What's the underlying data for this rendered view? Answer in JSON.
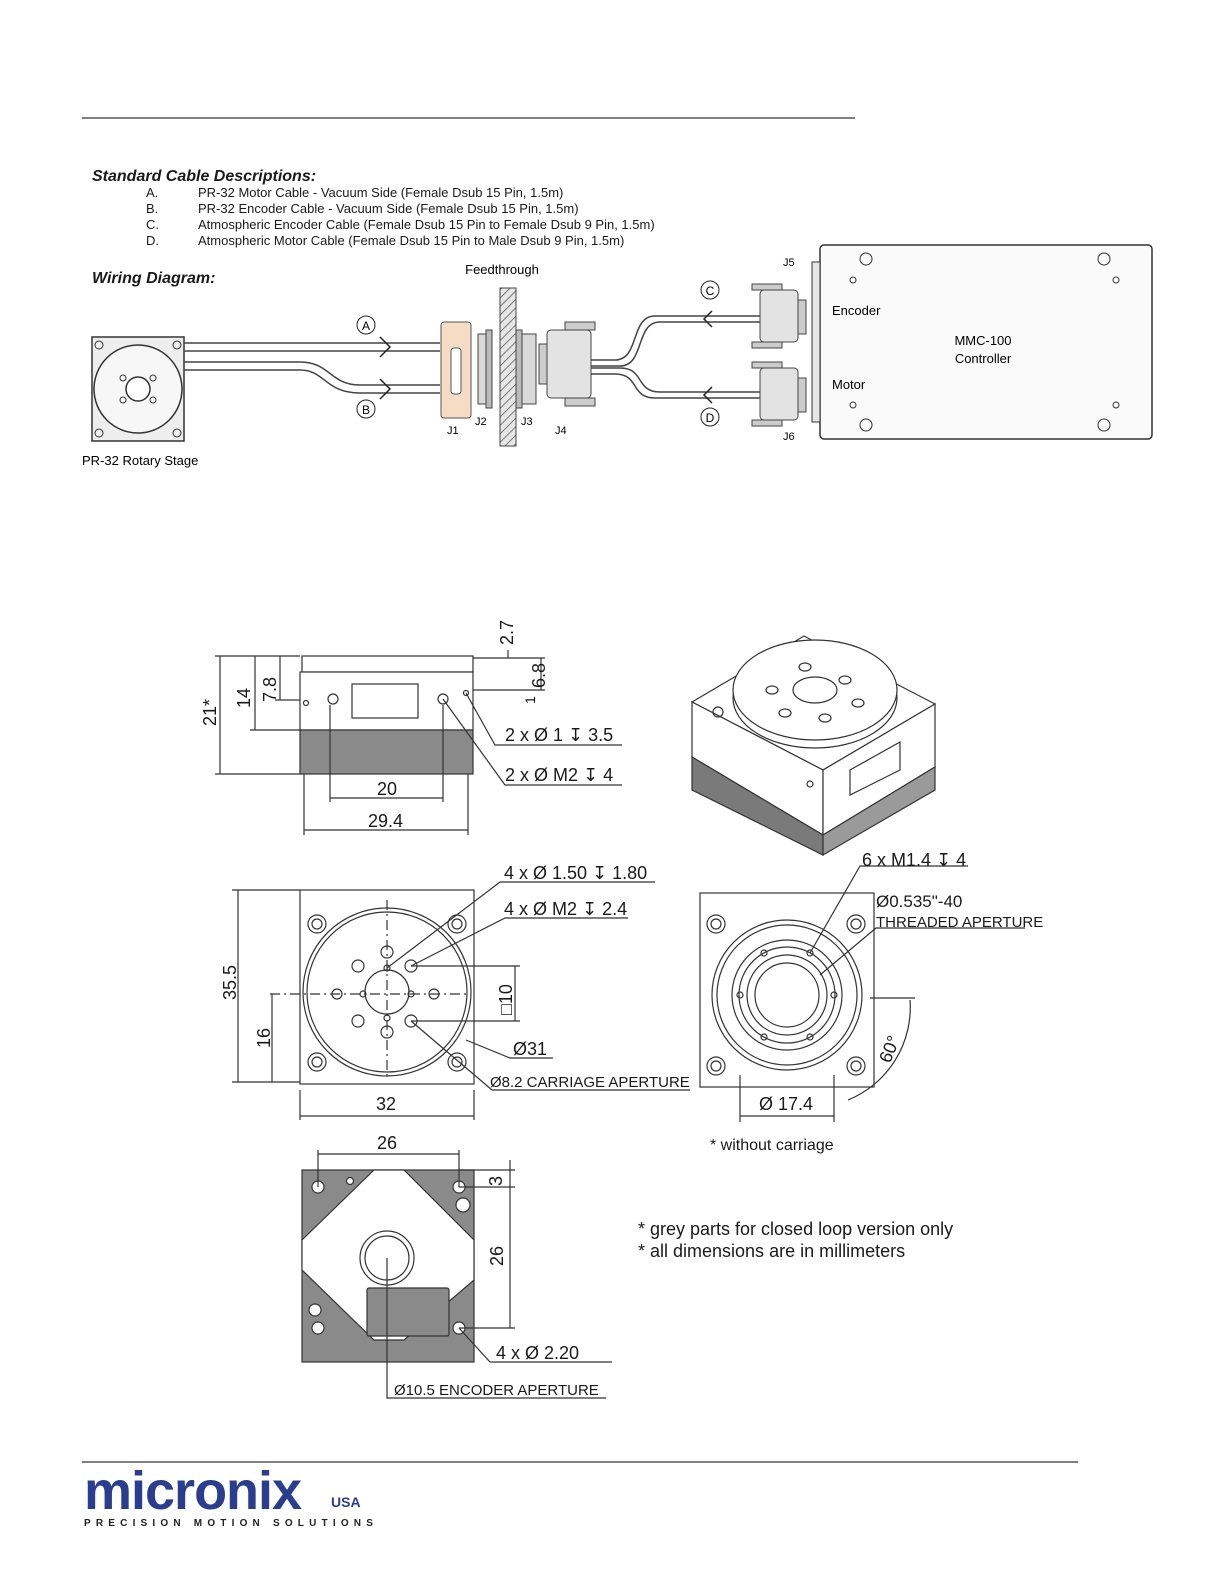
{
  "cable_descriptions": {
    "heading": "Standard Cable Descriptions:",
    "items": [
      {
        "letter": "A.",
        "text": "PR-32 Motor Cable - Vacuum Side (Female Dsub 15 Pin, 1.5m)"
      },
      {
        "letter": "B.",
        "text": "PR-32  Encoder Cable - Vacuum Side (Female Dsub 15 Pin, 1.5m)"
      },
      {
        "letter": "C.",
        "text": "Atmospheric Encoder Cable (Female Dsub 15 Pin to Female Dsub 9 Pin, 1.5m)"
      },
      {
        "letter": "D.",
        "text": "Atmospheric Motor Cable (Female Dsub 15 Pin to Male Dsub 9 Pin, 1.5m)"
      }
    ]
  },
  "wiring": {
    "heading": "Wiring Diagram:",
    "feedthrough": "Feedthrough",
    "stage_label": "PR-32 Rotary Stage",
    "cable_a": "A",
    "cable_b": "B",
    "cable_c": "C",
    "cable_d": "D",
    "j1": "J1",
    "j2": "J2",
    "j3": "J3",
    "j4": "J4",
    "j5": "J5",
    "j6": "J6",
    "encoder": "Encoder",
    "motor": "Motor",
    "controller_line1": "MMC-100",
    "controller_line2": "Controller"
  },
  "drawing": {
    "d_2_7": "2.7",
    "d_7_8": "7.8",
    "d_14": "14",
    "d_21": "21*",
    "d_6_8": "6.8",
    "d_1": "1",
    "hole_a": "2 x Ø 1 ↧ 3.5",
    "hole_b": "2 x Ø M2 ↧ 4",
    "d_20": "20",
    "d_29_4": "29.4",
    "hole_c": "4 x Ø 1.50 ↧ 1.80",
    "hole_d": "4 x Ø M2 ↧ 2.4",
    "d_35_5": "35.5",
    "d_16": "16",
    "d_sq10": "□10",
    "d_31": "Ø31",
    "carriage_aperture": "Ø8.2 CARRIAGE APERTURE",
    "d_32": "32",
    "hole_e": "6 x M1.4 ↧ 4",
    "thread": "Ø0.535\"-40",
    "threaded_aperture": "THREADED APERTURE",
    "d_60": "60°",
    "d_17_4": "Ø 17.4",
    "without_carriage": "* without carriage",
    "d_26_top": "26",
    "d_3": "3",
    "d_26_side": "26",
    "hole_f": "4 x Ø 2.20",
    "encoder_aperture": "Ø10.5 ENCODER APERTURE",
    "note_grey": "* grey parts for closed loop version only",
    "note_mm": "* all dimensions are in millimeters"
  },
  "footer": {
    "logo_text": "micronix",
    "logo_usa": "USA",
    "tagline": "PRECISION MOTION SOLUTIONS",
    "brand_color": "#2a3d8f"
  }
}
